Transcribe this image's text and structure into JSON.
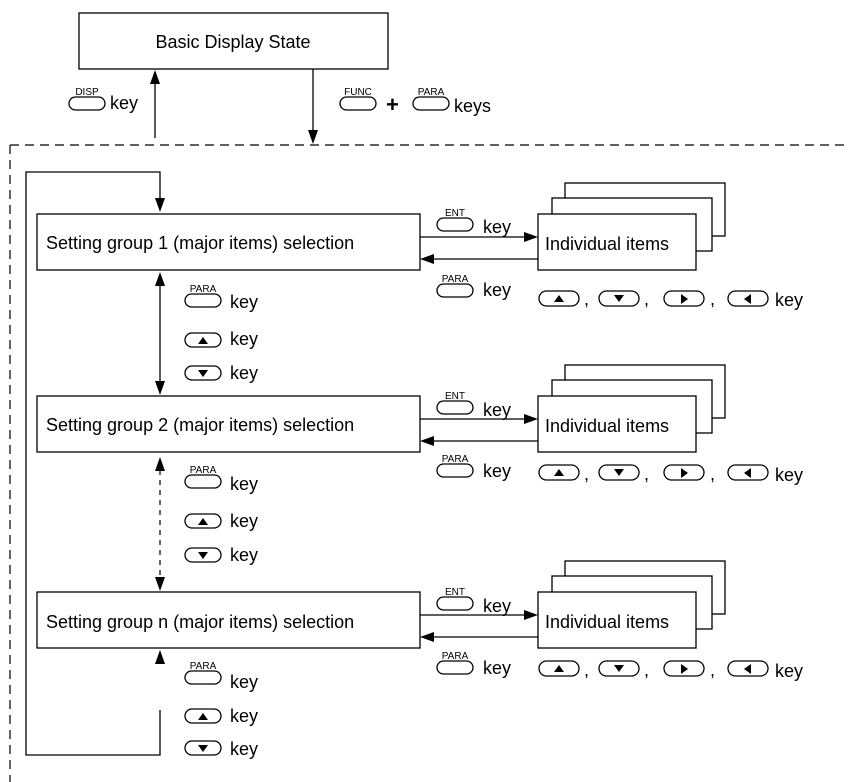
{
  "top": {
    "title": "Basic Display State",
    "disp_key": "DISP",
    "disp_suffix": "key",
    "func_key": "FUNC",
    "plus": "+",
    "para_key": "PARA",
    "para_suffix": "keys"
  },
  "groups": [
    {
      "label": "Setting group 1 (major items) selection",
      "ent_key": "ENT",
      "ent_suffix": "key",
      "para_key": "PARA",
      "para_suffix": "key",
      "items_label": "Individual items",
      "sep1": ",",
      "sep2": ",",
      "sep3": ",",
      "nav_suffix": "key",
      "below_para": "PARA",
      "below_para_suffix": "key",
      "below_up_suffix": "key",
      "below_down_suffix": "key"
    },
    {
      "label": "Setting group 2 (major items) selection",
      "ent_key": "ENT",
      "ent_suffix": "key",
      "para_key": "PARA",
      "para_suffix": "key",
      "items_label": "Individual items",
      "sep1": ",",
      "sep2": ",",
      "sep3": ",",
      "nav_suffix": "key",
      "below_para": "PARA",
      "below_para_suffix": "key",
      "below_up_suffix": "key",
      "below_down_suffix": "key"
    },
    {
      "label": "Setting group n (major items) selection",
      "ent_key": "ENT",
      "ent_suffix": "key",
      "para_key": "PARA",
      "para_suffix": "key",
      "items_label": "Individual items",
      "sep1": ",",
      "sep2": ",",
      "sep3": ",",
      "nav_suffix": "key",
      "below_para": "PARA",
      "below_para_suffix": "key",
      "below_up_suffix": "key",
      "below_down_suffix": "key"
    }
  ]
}
